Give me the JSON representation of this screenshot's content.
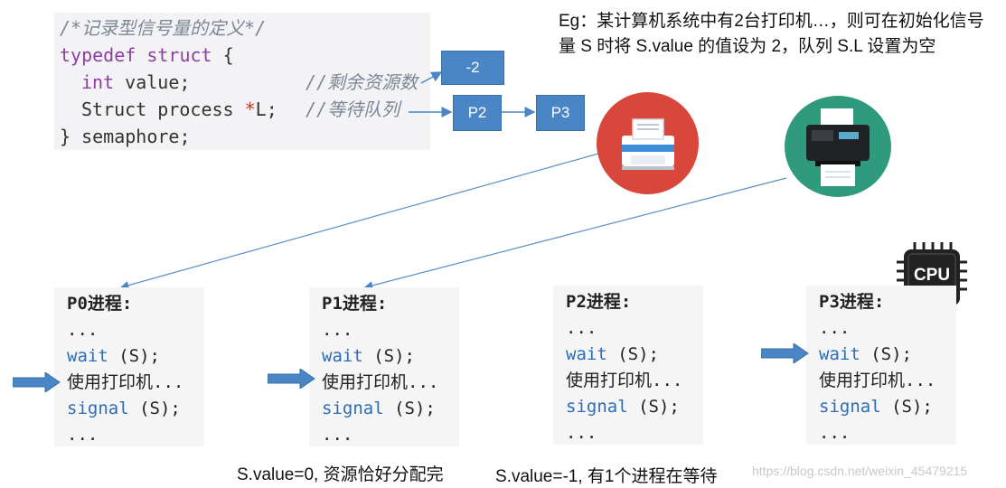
{
  "code": {
    "comment_title": "/*记录型信号量的定义*/",
    "line1_kw": "typedef struct",
    "line1_rest": " {",
    "line2_kw": "int",
    "line2_rest": " value;",
    "line2_comment": "//剩余资源数",
    "line3_a": "Struct process ",
    "line3_star": "*",
    "line3_b": "L;",
    "line3_comment": "//等待队列",
    "line4": "} semaphore;"
  },
  "value_box": "-2",
  "queue": [
    "P2",
    "P3"
  ],
  "example_text": "Eg：某计算机系统中有2台打印机…，则可在初始化信号量 S 时将 S.value 的值设为 2，队列 S.L 设置为空",
  "cpu_label": "CPU",
  "processes": [
    {
      "title": "P0进程:",
      "l1": "...",
      "wait": "wait",
      "wait_args": " (S);",
      "use": "使用打印机...",
      "signal": "signal",
      "signal_args": " (S);",
      "l5": "..."
    },
    {
      "title": "P1进程:",
      "l1": "...",
      "wait": "wait",
      "wait_args": " (S);",
      "use": "使用打印机...",
      "signal": "signal",
      "signal_args": " (S);",
      "l5": "..."
    },
    {
      "title": "P2进程:",
      "l1": "...",
      "wait": "wait",
      "wait_args": " (S);",
      "use": "使用打印机...",
      "signal": "signal",
      "signal_args": " (S);",
      "l5": "..."
    },
    {
      "title": "P3进程:",
      "l1": "...",
      "wait": "wait",
      "wait_args": " (S);",
      "use": "使用打印机...",
      "signal": "signal",
      "signal_args": " (S);",
      "l5": "..."
    }
  ],
  "captions": {
    "left": "S.value=0, 资源恰好分配完",
    "right": "S.value=-1, 有1个进程在等待"
  },
  "watermark": "https://blog.csdn.net/weixin_45479215",
  "colors": {
    "box_blue": "#4a86c5",
    "arrow_blue": "#4a86c5",
    "printer1_bg": "#d9463b",
    "printer2_bg": "#2f9b7c",
    "code_bg": "#f3f3f5",
    "proc_bg": "#f5f5f5"
  },
  "icons": [
    "printer-icon",
    "printer-icon",
    "cpu-icon",
    "arrow-right-icon"
  ]
}
